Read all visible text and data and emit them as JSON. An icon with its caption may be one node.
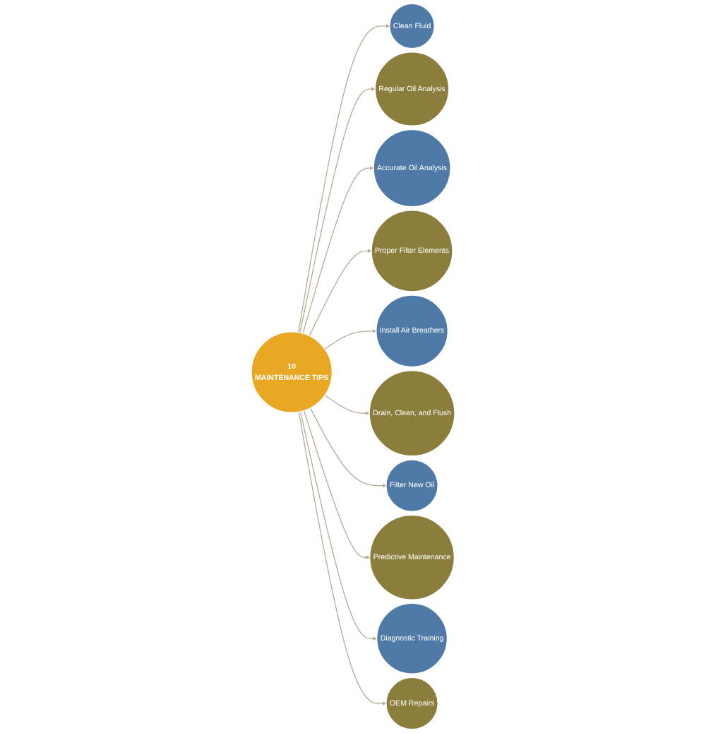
{
  "diagram": {
    "nodes": [
      {
        "text": [
          "10",
          "MAINTENANCE TIPS"
        ]
      },
      {
        "text": [
          "Clean Fluid"
        ]
      },
      {
        "text": [
          "Regular Oil Analysis"
        ]
      },
      {
        "text": [
          "Accurate Oil Analysis"
        ]
      },
      {
        "text": [
          "Proper Filter Elements"
        ]
      },
      {
        "text": [
          "Install Air Breathers"
        ]
      },
      {
        "text": [
          "Drain, Clean, and Flush"
        ]
      },
      {
        "text": [
          "Filter New Oil"
        ]
      },
      {
        "text": [
          "Predictive Maintenance"
        ]
      },
      {
        "text": [
          "Diagnostic Training"
        ]
      },
      {
        "text": [
          "OEM Repairs"
        ]
      }
    ],
    "edges": [
      {
        "from": 0,
        "to": 1,
        "arrow": "to"
      },
      {
        "from": 0,
        "to": 2,
        "arrow": "to"
      },
      {
        "from": 0,
        "to": 3,
        "arrow": "to"
      },
      {
        "from": 0,
        "to": 4,
        "arrow": "to"
      },
      {
        "from": 0,
        "to": 5,
        "arrow": "to"
      },
      {
        "from": 0,
        "to": 6,
        "arrow": "to"
      },
      {
        "from": 0,
        "to": 7,
        "arrow": "to"
      },
      {
        "from": 0,
        "to": 8,
        "arrow": "to"
      },
      {
        "from": 0,
        "to": 9,
        "arrow": "to"
      },
      {
        "from": 0,
        "to": 10,
        "arrow": "to"
      }
    ]
  }
}
